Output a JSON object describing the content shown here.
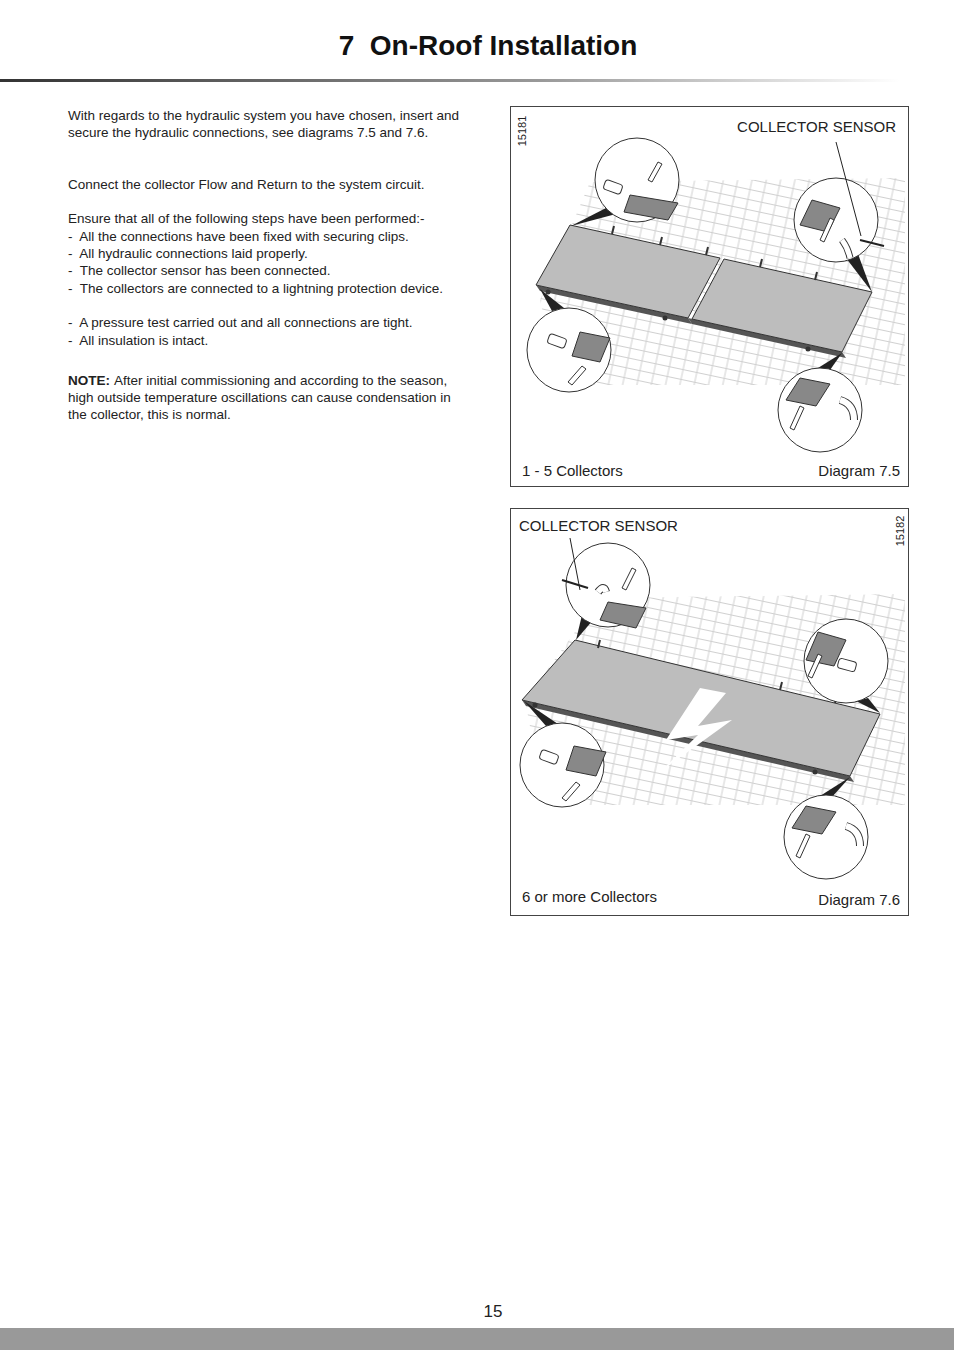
{
  "diagram": {
    "title": "7  On-Roof Installation",
    "nodes": [
      {
        "text": [
          "15181",
          "COLLECTOR SENSOR",
          "1 - 5 Collectors",
          "Diagram 7.5"
        ]
      },
      {
        "text": [
          "COLLECTOR SENSOR",
          "15182",
          "6 or more Collectors",
          "Diagram 7.6"
        ]
      }
    ],
    "labels": [
      "With regards to the hydraulic system you have chosen, insert and secure the hydraulic connections, see diagrams 7.5 and 7.6.",
      "Connect the collector Flow and Return to the system circuit.",
      "Ensure that all of the following steps have been performed:-",
      "-  All the connections have been fixed with securing clips.",
      "-  All hydraulic connections laid properly.",
      "-  The collector sensor has been connected.",
      "-  The collectors are connected to a lightning protection device.",
      "-  A pressure test carried out and all connections are tight.",
      "-  All insulation is intact.",
      "NOTE:",
      "After initial commissioning and according to the season, high outside temperature oscillations can cause condensation in the collector, this is normal.",
      "15"
    ]
  }
}
